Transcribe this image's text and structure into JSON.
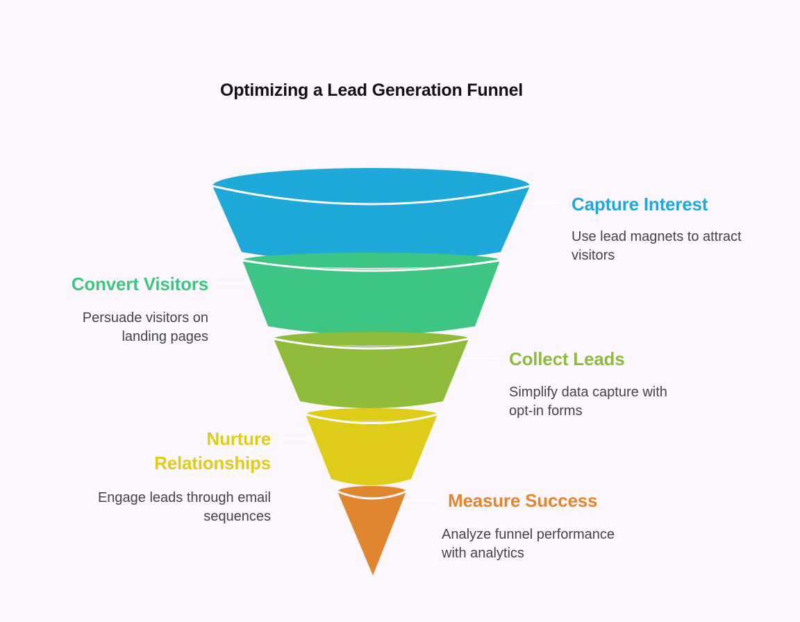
{
  "title": "Optimizing a Lead Generation Funnel",
  "stages": [
    {
      "title": "Capture Interest",
      "description": "Use lead magnets to attract visitors",
      "color": "#1fa8da"
    },
    {
      "title": "Convert Visitors",
      "description": "Persuade visitors on landing pages",
      "color": "#3ec583"
    },
    {
      "title": "Collect Leads",
      "description": "Simplify data capture with opt-in forms",
      "color": "#8fbb3a"
    },
    {
      "title": "Nurture Relationships",
      "description": "Engage leads through email sequences",
      "color": "#dfcc18"
    },
    {
      "title": "Measure Success",
      "description": "Analyze funnel performance with analytics",
      "color": "#e0862e"
    }
  ]
}
